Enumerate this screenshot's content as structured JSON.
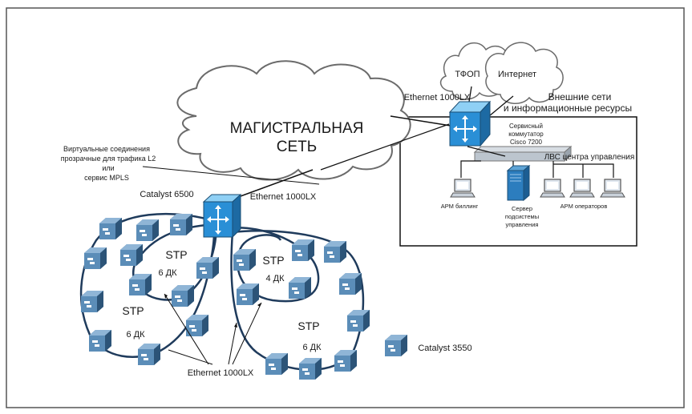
{
  "labels": {
    "backbone_line1": "МАГИСТРАЛЬНАЯ",
    "backbone_line2": "СЕТЬ",
    "pstn": "ТФОП",
    "internet": "Интернет",
    "external_line1": "Внешние сети",
    "external_line2": "и информационные ресурсы",
    "eth_top": "Ethernet 1000LX",
    "eth_mid": "Ethernet 1000LX",
    "eth_bottom": "Ethernet 1000LX",
    "catalyst6500": "Catalyst 6500",
    "catalyst3550": "Catalyst 3550",
    "virtual_line1": "Виртуальные соединения",
    "virtual_line2": "прозрачные для трафика L2",
    "virtual_line3": "или",
    "virtual_line4": "сервис MPLS",
    "service_line1": "Сервисный",
    "service_line2": "коммутатор",
    "service_line3": "Cisco 7200",
    "lan": "ЛВС центра управления",
    "arm_billing": "АРМ биллинг",
    "server_line1": "Сервер",
    "server_line2": "подсистемы",
    "server_line3": "управления",
    "arm_operators": "АРМ операторов",
    "stp_left_inner": "STP",
    "dk_left_inner": "6 ДК",
    "stp_left_outer": "STP",
    "dk_left_outer": "6 ДК",
    "stp_mid": "STP",
    "dk_mid": "4 ДК",
    "stp_right": "STP",
    "dk_right": "6 ДК"
  },
  "colors": {
    "switch_fill": "#5b8db8",
    "switch_dark": "#2f5c86",
    "core_switch": "#2a8fd6",
    "ring": "#1f3b5c",
    "cloud_stroke": "#6b6b6b"
  },
  "icons": {
    "core_switch": "layer3-switch-icon",
    "access_switch": "workgroup-switch-icon",
    "workstation": "pc-icon",
    "server": "server-icon",
    "router": "router-icon"
  }
}
